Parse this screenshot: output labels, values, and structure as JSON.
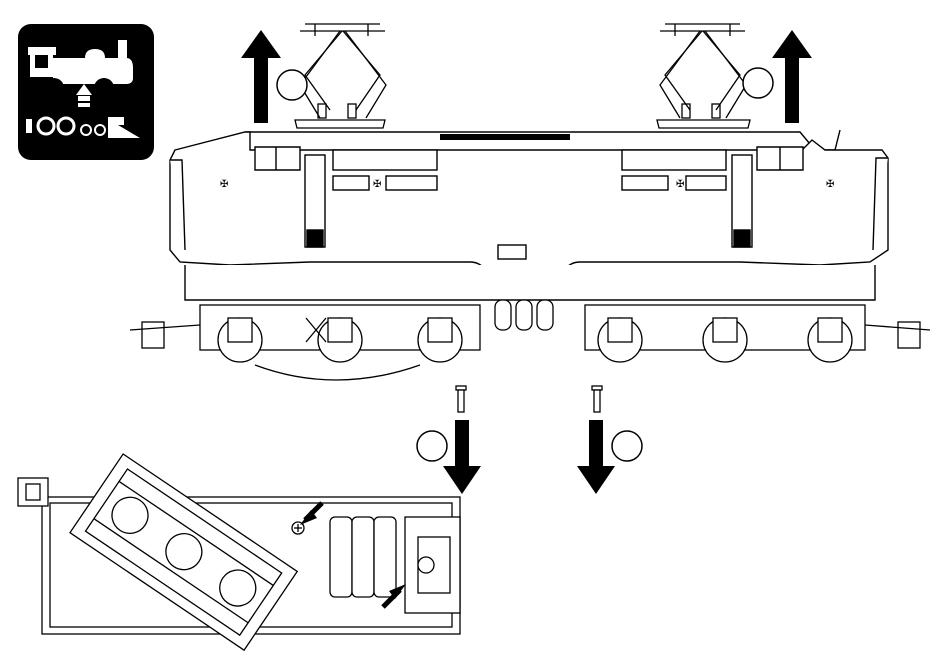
{
  "diagram": {
    "pictogram": {
      "icon": "locomotive-body-lift-icon",
      "background": "#000000",
      "foreground": "#ffffff"
    },
    "locomotive": {
      "icon": "electric-locomotive-side-view-icon",
      "line_color": "#000000",
      "fill": "#ffffff"
    },
    "pantographs": {
      "icon": "pantograph-icon",
      "count": 2
    },
    "callouts": [
      {
        "id": "left-pantograph-callout",
        "label": ""
      },
      {
        "id": "right-pantograph-callout",
        "label": ""
      },
      {
        "id": "left-screw-callout",
        "label": ""
      },
      {
        "id": "right-screw-callout",
        "label": ""
      }
    ],
    "arrows": [
      {
        "id": "lift-left",
        "direction": "up"
      },
      {
        "id": "lift-right",
        "direction": "up"
      },
      {
        "id": "screw-left-down",
        "direction": "down"
      },
      {
        "id": "screw-right-down",
        "direction": "down"
      }
    ],
    "screws": {
      "icon": "screw-icon",
      "count": 2
    },
    "detail_view": {
      "icon": "chassis-bogie-detail-icon",
      "pointer_arrows": 2
    }
  }
}
